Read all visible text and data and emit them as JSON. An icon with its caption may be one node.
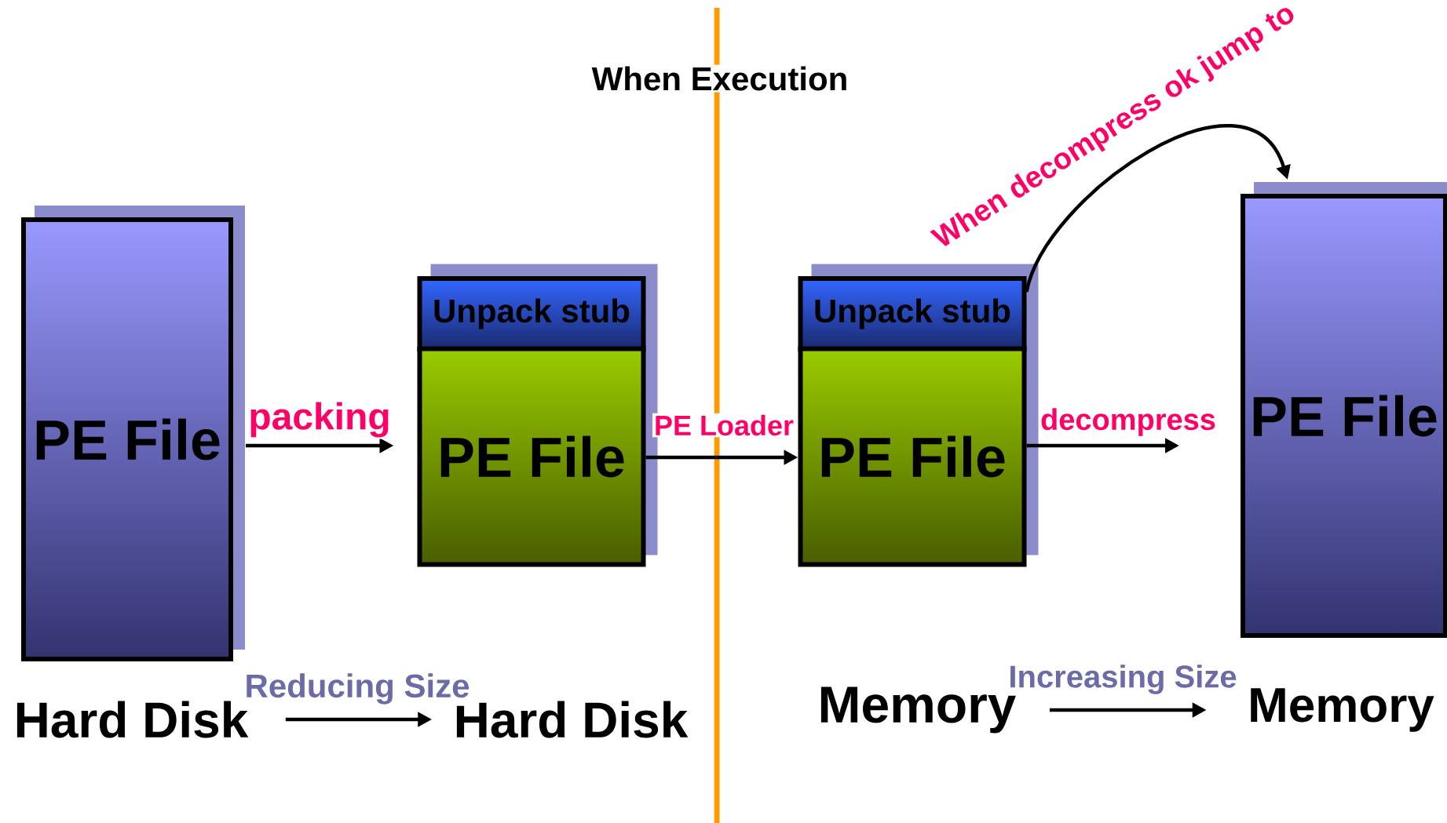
{
  "diagram": {
    "title": "When Execution",
    "nodes": [
      {
        "text": [
          "PE File"
        ]
      },
      {
        "text": [
          "Unpack stub"
        ]
      },
      {
        "text": [
          "PE File"
        ]
      },
      {
        "text": [
          "Unpack stub"
        ]
      },
      {
        "text": [
          "PE File"
        ]
      },
      {
        "text": [
          "PE File"
        ]
      },
      {
        "text": [
          "Hard Disk"
        ]
      },
      {
        "text": [
          "Hard Disk"
        ]
      },
      {
        "text": [
          "Memory"
        ]
      },
      {
        "text": [
          "Memory"
        ]
      }
    ],
    "edges": [
      {
        "from": 0,
        "to": 2,
        "arrow": "to",
        "label": "packing"
      },
      {
        "from": 2,
        "to": 4,
        "arrow": "to",
        "label": "PE Loader"
      },
      {
        "from": 4,
        "to": 5,
        "arrow": "to",
        "label": "decompress"
      },
      {
        "from": 3,
        "to": 5,
        "arrow": "to",
        "label": "When decompress ok jump to"
      },
      {
        "from": 6,
        "to": 7,
        "arrow": "to",
        "label": "Reducing Size"
      },
      {
        "from": 8,
        "to": 9,
        "arrow": "to",
        "label": "Increasing Size"
      }
    ]
  }
}
